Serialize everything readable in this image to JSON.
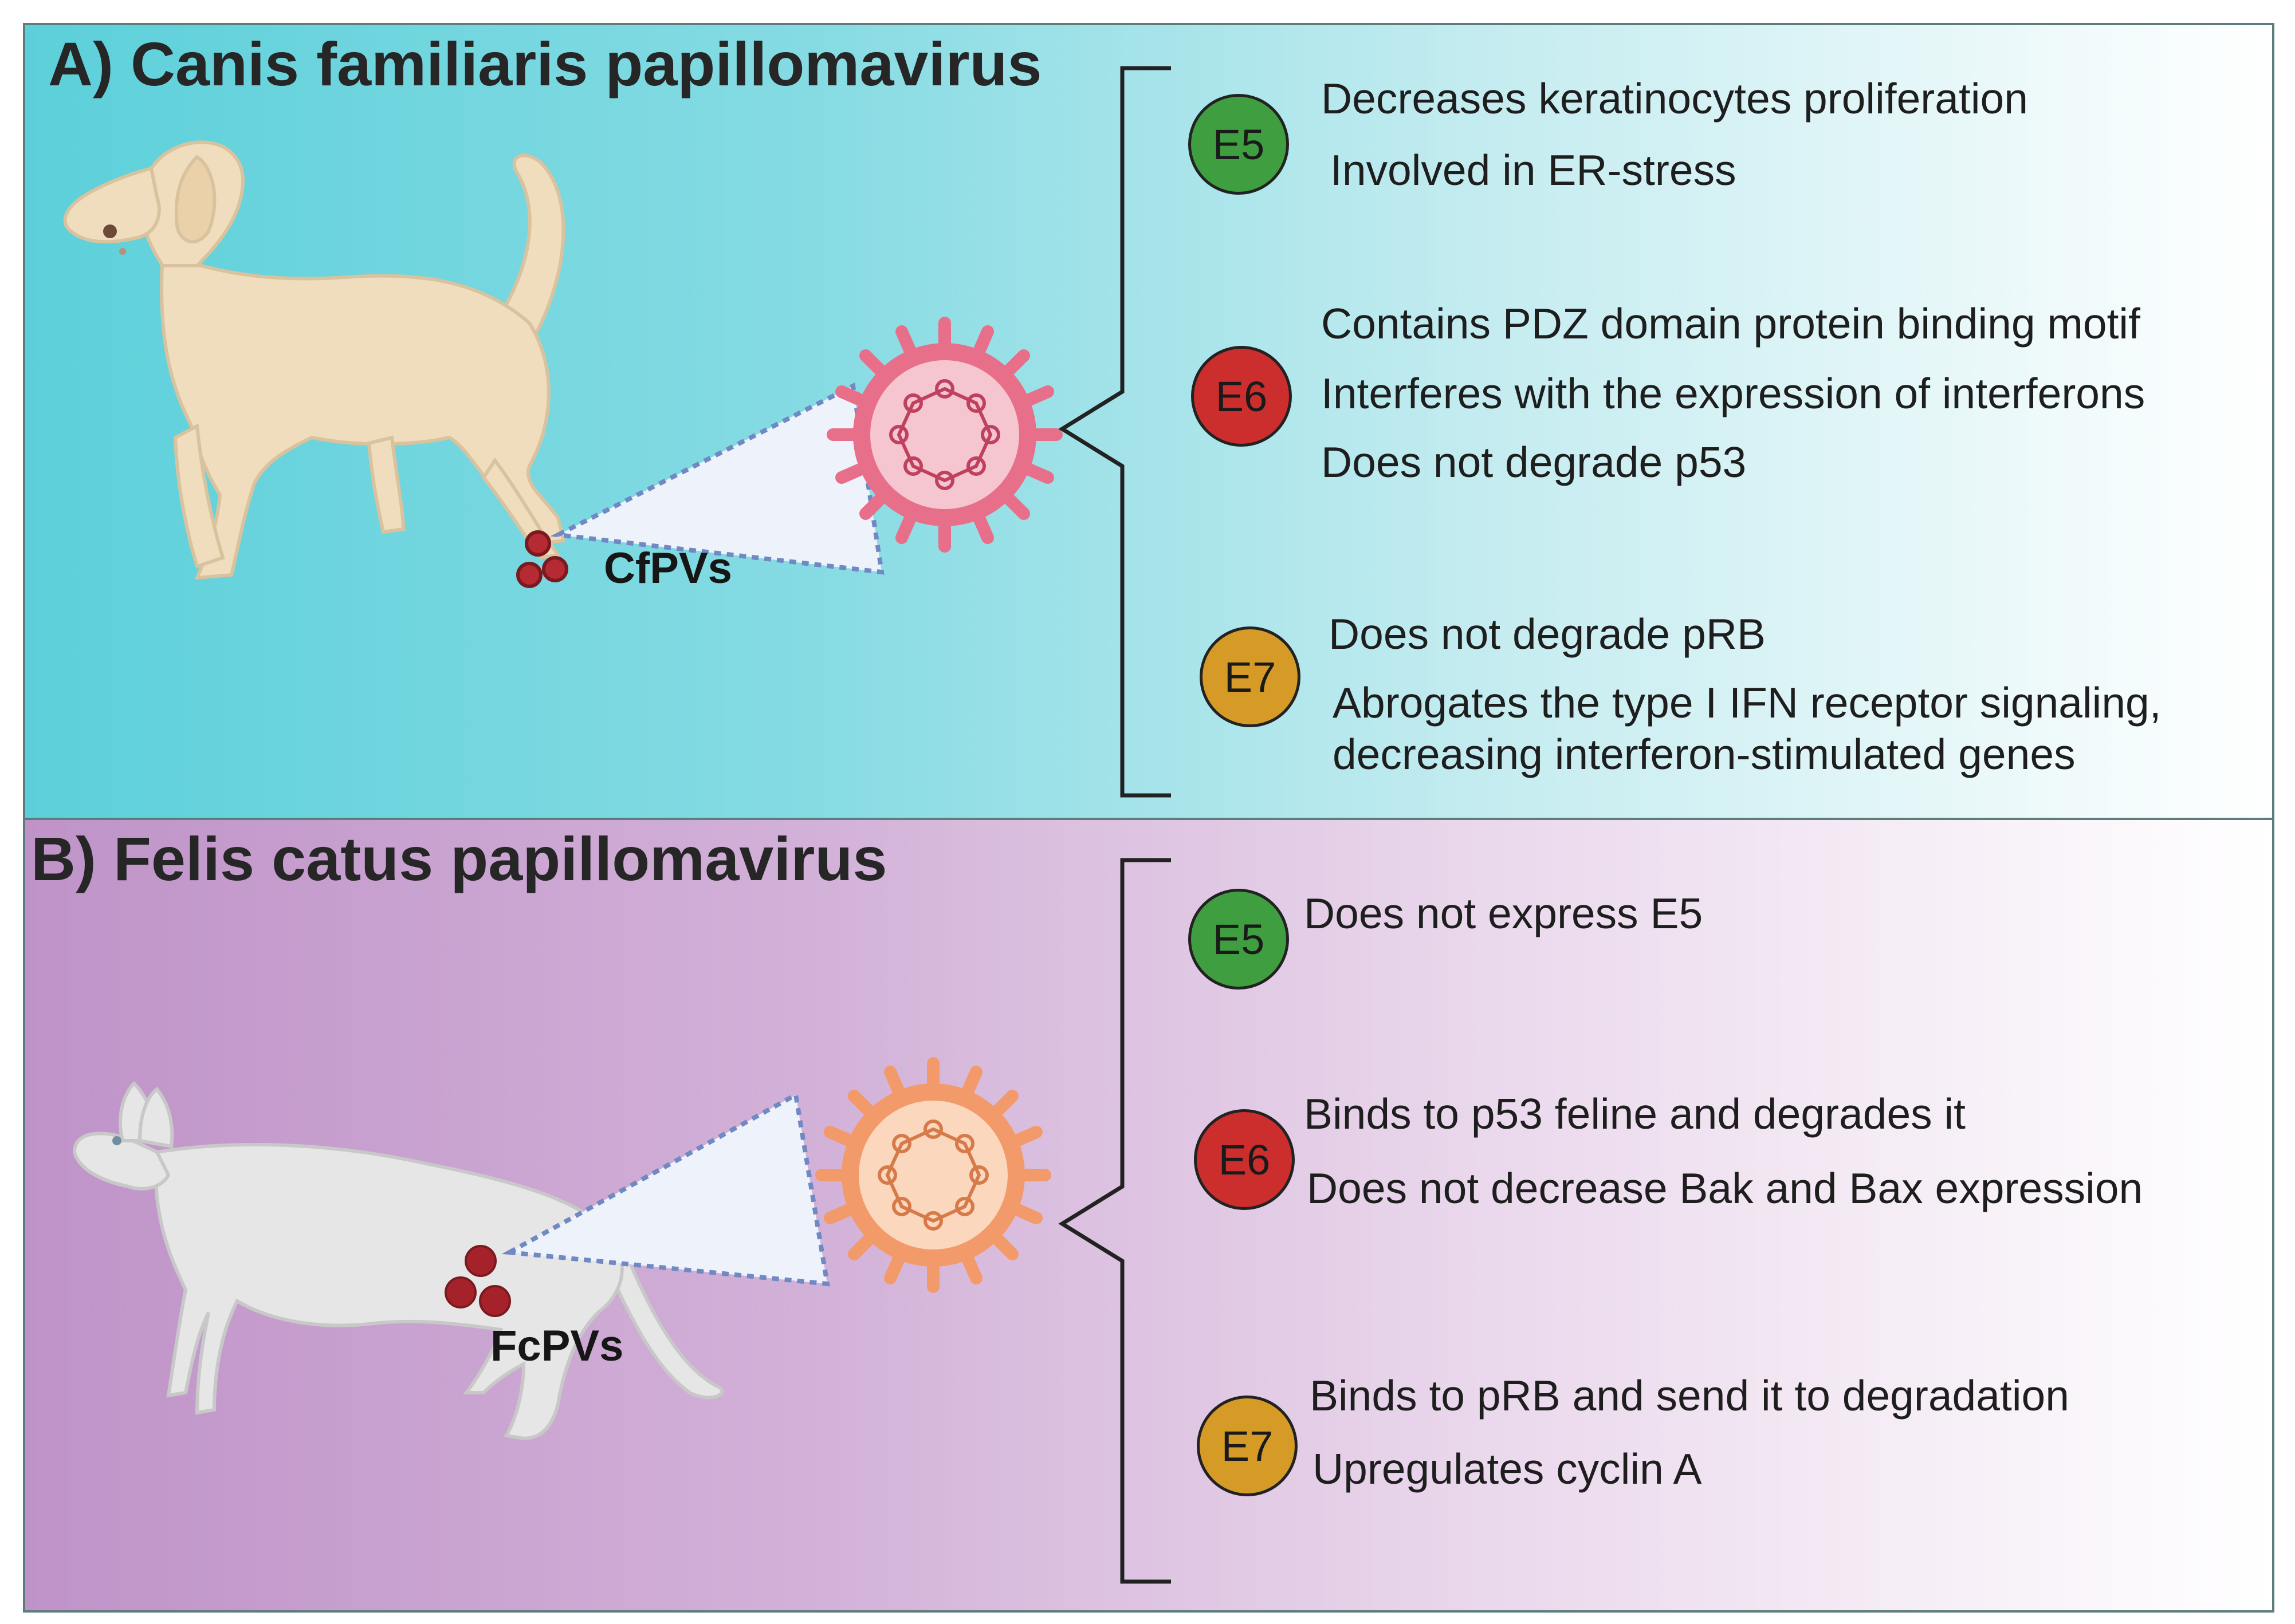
{
  "panel_a": {
    "title": "A) Canis familiaris papillomavirus",
    "virus_label": "CfPVs",
    "colors": {
      "virus": "#e86f8a",
      "virus_fill": "#f5c6d0"
    },
    "genes": [
      {
        "badge": "E5",
        "color": "#3f9e3f",
        "lines": [
          "Decreases keratinocytes proliferation",
          "Involved in ER-stress"
        ]
      },
      {
        "badge": "E6",
        "color": "#cc2d2d",
        "lines": [
          "Contains PDZ domain protein binding motif",
          "Interferes with the expression of interferons",
          "Does not degrade p53"
        ]
      },
      {
        "badge": "E7",
        "color": "#d69a27",
        "lines": [
          "Does not degrade pRB",
          "Abrogates the type I IFN receptor signaling,",
          "decreasing interferon-stimulated genes"
        ]
      }
    ]
  },
  "panel_b": {
    "title": "B) Felis catus papillomavirus",
    "virus_label": "FcPVs",
    "colors": {
      "virus": "#f39a6a",
      "virus_fill": "#fbd7bd"
    },
    "genes": [
      {
        "badge": "E5",
        "color": "#3f9e3f",
        "lines": [
          "Does not express E5"
        ]
      },
      {
        "badge": "E6",
        "color": "#cc2d2d",
        "lines": [
          "Binds to p53 feline and degrades it",
          "Does not decrease Bak and Bax expression"
        ]
      },
      {
        "badge": "E7",
        "color": "#d69a27",
        "lines": [
          "Binds to pRB and send it to degradation",
          "Upregulates cyclin A"
        ]
      }
    ]
  }
}
